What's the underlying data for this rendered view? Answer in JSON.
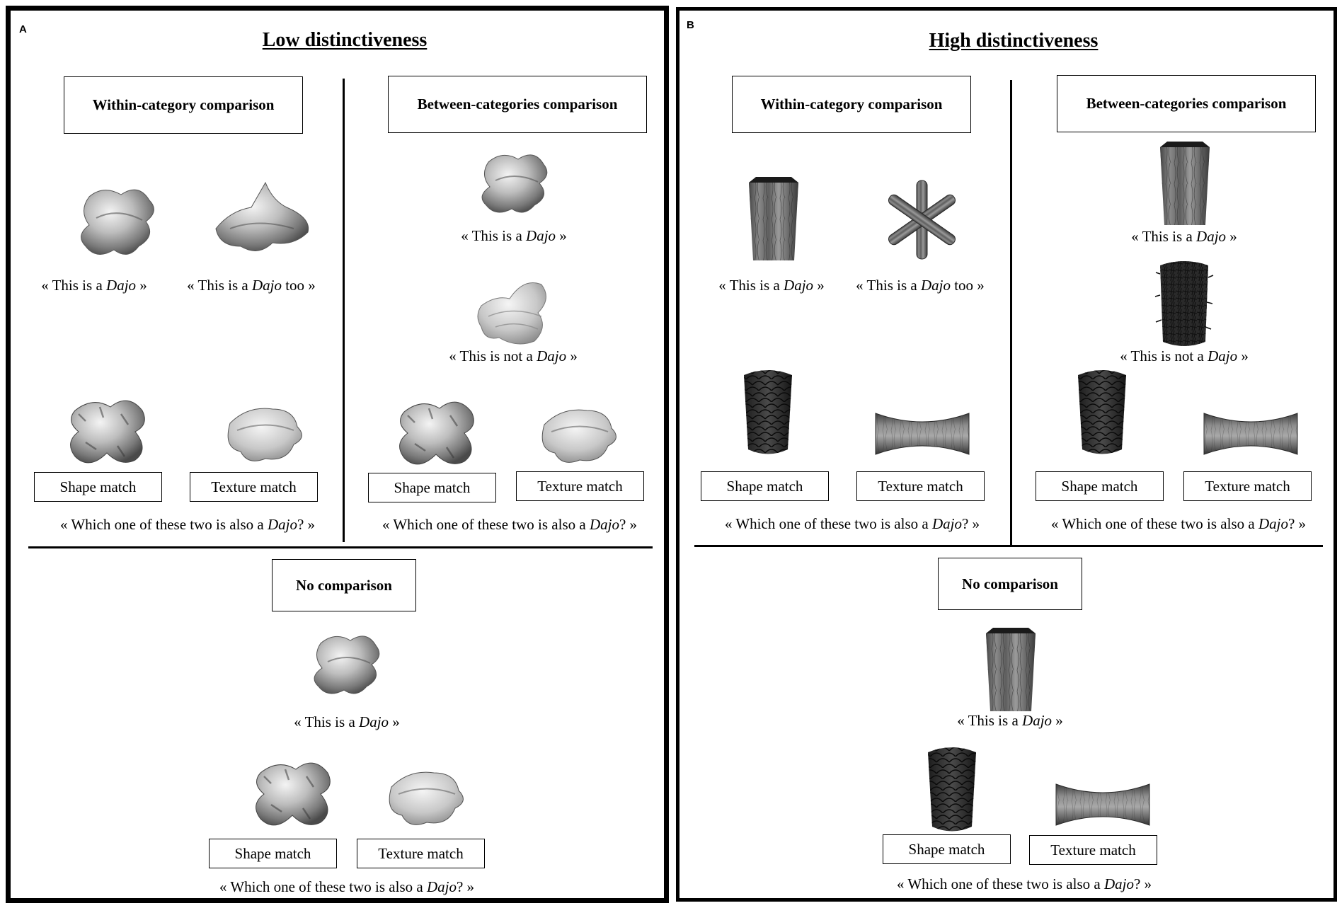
{
  "panel_a": {
    "letter": "A",
    "title": "Low distinctiveness",
    "within": {
      "heading": "Within-category comparison",
      "caption_1": {
        "pre": "« This is a ",
        "name": "Dajo",
        "post": " »"
      },
      "caption_2": {
        "pre": "« This is a ",
        "name": "Dajo",
        "post": " too »"
      },
      "shape_match": "Shape match",
      "texture_match": "Texture match",
      "question": {
        "pre": "« Which one of these two is also a ",
        "name": "Dajo",
        "post": "? »"
      }
    },
    "between": {
      "heading": "Between-categories comparison",
      "caption_1": {
        "pre": "« This is a ",
        "name": "Dajo",
        "post": " »"
      },
      "caption_2": {
        "pre": "« This is not a ",
        "name": "Dajo",
        "post": " »"
      },
      "shape_match": "Shape match",
      "texture_match": "Texture match",
      "question": {
        "pre": "« Which one of these two is also a ",
        "name": "Dajo",
        "post": "? »"
      }
    },
    "none": {
      "heading": "No comparison",
      "caption_1": {
        "pre": "« This is a ",
        "name": "Dajo",
        "post": " »"
      },
      "shape_match": "Shape match",
      "texture_match": "Texture match",
      "question": {
        "pre": "« Which one of these two is also a ",
        "name": "Dajo",
        "post": "? »"
      }
    }
  },
  "panel_b": {
    "letter": "B",
    "title": "High distinctiveness",
    "within": {
      "heading": "Within-category comparison",
      "caption_1": {
        "pre": "« This is a ",
        "name": "Dajo",
        "post": " »"
      },
      "caption_2": {
        "pre": "« This is a ",
        "name": "Dajo",
        "post": " too »"
      },
      "shape_match": "Shape match",
      "texture_match": "Texture match",
      "question": {
        "pre": "« Which one of these two is also a ",
        "name": "Dajo",
        "post": "? »"
      }
    },
    "between": {
      "heading": "Between-categories comparison",
      "caption_1": {
        "pre": "« This is a ",
        "name": "Dajo",
        "post": " »"
      },
      "caption_2": {
        "pre": "« This is not a ",
        "name": "Dajo",
        "post": " »"
      },
      "shape_match": "Shape match",
      "texture_match": "Texture match",
      "question": {
        "pre": "« Which one of these two is also a ",
        "name": "Dajo",
        "post": "? »"
      }
    },
    "none": {
      "heading": "No comparison",
      "caption_1": {
        "pre": "« This is a ",
        "name": "Dajo",
        "post": " »"
      },
      "shape_match": "Shape match",
      "texture_match": "Texture match",
      "question": {
        "pre": "« Which one of these two is also a ",
        "name": "Dajo",
        "post": "? »"
      }
    }
  }
}
